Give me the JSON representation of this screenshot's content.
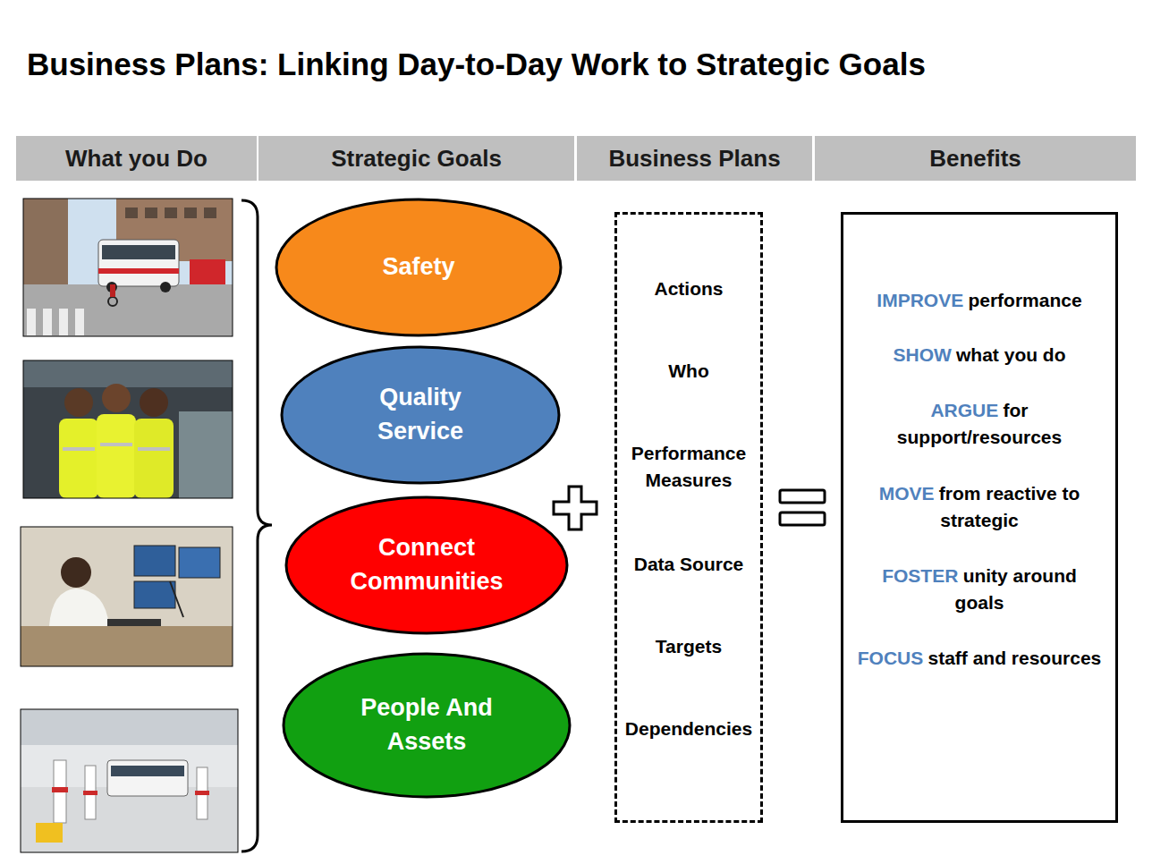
{
  "diagram": {
    "title": "Business Plans: Linking Day-to-Day Work to Strategic Goals",
    "nodes": [
      {
        "text": [
          "What you Do"
        ]
      },
      {
        "text": [
          "Strategic Goals"
        ]
      },
      {
        "text": [
          "Business Plans"
        ]
      },
      {
        "text": [
          "Benefits"
        ]
      },
      {
        "text": [
          "Safety"
        ]
      },
      {
        "text": [
          "Quality Service"
        ]
      },
      {
        "text": [
          "Connect Communities"
        ]
      },
      {
        "text": [
          "People And Assets"
        ]
      },
      {
        "text": [
          "Actions",
          "Who",
          "Performance Measures",
          "Data Source",
          "Targets",
          "Dependencies"
        ]
      },
      {
        "text": [
          "IMPROVE",
          "performance",
          "SHOW",
          "what you do",
          "ARGUE",
          "for support/resources",
          "MOVE",
          "from reactive to strategic",
          "FOSTER",
          "unity around goals",
          "FOCUS",
          "staff and resources"
        ]
      }
    ]
  }
}
